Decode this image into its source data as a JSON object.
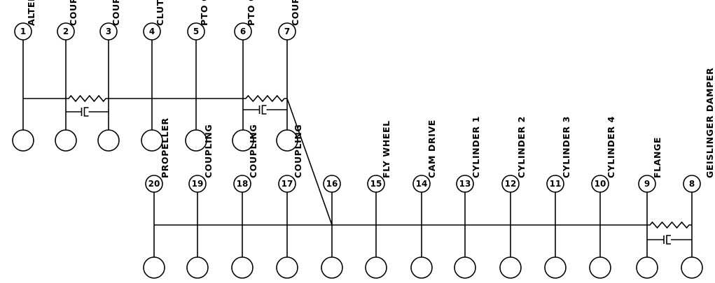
{
  "elements": [
    {
      "num": "1",
      "label": "ALTERATOR"
    },
    {
      "num": "2",
      "label": "COUPLING + ALT."
    },
    {
      "num": "3",
      "label": "COUPLING"
    },
    {
      "num": "4",
      "label": "CLUTCH"
    },
    {
      "num": "5",
      "label": "PTO GEAR"
    },
    {
      "num": "6",
      "label": "PTO GEAR"
    },
    {
      "num": "7",
      "label": "COUPLING"
    },
    {
      "num": "8",
      "label": "GEISLINGER DAMPER"
    },
    {
      "num": "9",
      "label": "FLANGE"
    },
    {
      "num": "10",
      "label": "CYLINDER  4"
    },
    {
      "num": "11",
      "label": "CYLINDER  3"
    },
    {
      "num": "12",
      "label": "CYLINDER  2"
    },
    {
      "num": "13",
      "label": "CYLINDER  1"
    },
    {
      "num": "14",
      "label": "CAM DRIVE"
    },
    {
      "num": "15",
      "label": "FLY WHEEL"
    },
    {
      "num": "16",
      "label": ""
    },
    {
      "num": "17",
      "label": "COUPLING"
    },
    {
      "num": "18",
      "label": "COUPLING"
    },
    {
      "num": "19",
      "label": "COUPLING"
    },
    {
      "num": "20",
      "label": "PROPELLER"
    }
  ]
}
